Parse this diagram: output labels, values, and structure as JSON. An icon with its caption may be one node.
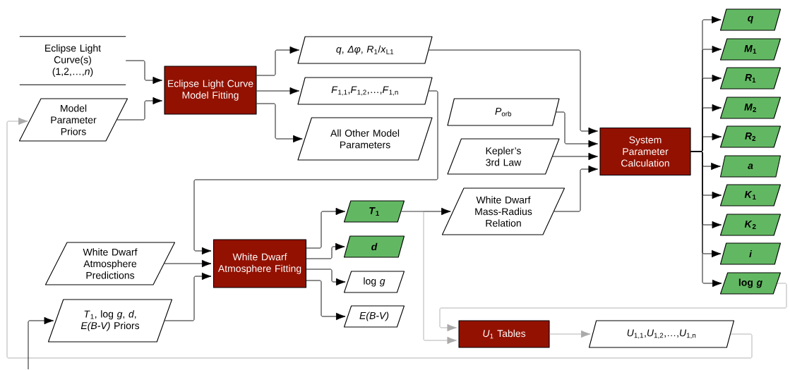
{
  "diagram": {
    "nodes": [
      {
        "text": [
          "Eclipse Light Curve(s) (1,2,…,*n*)"
        ]
      },
      {
        "text": [
          "Model Parameter Priors"
        ]
      },
      {
        "text": [
          "Eclipse Light Curve Model Fitting"
        ]
      },
      {
        "text": [
          "*q*, *Δφ*, *R*$_{1}$/*x*$_{L1}$"
        ]
      },
      {
        "text": [
          "*F*$_{1,1}$,*F*$_{1,2}$,…,*F*$_{1,n}$"
        ]
      },
      {
        "text": [
          "All Other Model Parameters"
        ]
      },
      {
        "text": [
          "*P*$_{orb}$"
        ]
      },
      {
        "text": [
          "Kepler’s 3rd Law"
        ]
      },
      {
        "text": [
          "System Parameter Calculation"
        ]
      },
      {
        "text": [
          "q"
        ]
      },
      {
        "text": [
          "*M*$_{1}$"
        ]
      },
      {
        "text": [
          "*R*$_{1}$"
        ]
      },
      {
        "text": [
          "*M*$_{2}$"
        ]
      },
      {
        "text": [
          "*R*$_{2}$"
        ]
      },
      {
        "text": [
          "a"
        ]
      },
      {
        "text": [
          "*K*$_{1}$"
        ]
      },
      {
        "text": [
          "*K*$_{2}$"
        ]
      },
      {
        "text": [
          "i"
        ]
      },
      {
        "text": [
          "log *g*"
        ]
      },
      {
        "text": [
          "White Dwarf Mass-Radius Relation"
        ]
      },
      {
        "text": [
          "White Dwarf Atmosphere Predictions"
        ]
      },
      {
        "text": [
          "*T*$_{1}$, log *g*, *d*, *E(B-V)* Priors"
        ]
      },
      {
        "text": [
          "White Dwarf Atmosphere Fitting"
        ]
      },
      {
        "text": [
          "*T*$_{1}$"
        ]
      },
      {
        "text": [
          "d"
        ]
      },
      {
        "text": [
          "log *g*"
        ]
      },
      {
        "text": [
          "E(B-V)"
        ]
      },
      {
        "text": [
          "*U*$_{1}$ Tables"
        ]
      },
      {
        "text": [
          "*U*$_{1,1}$,*U*$_{1,2}$,…,*U*$_{1,n}$"
        ]
      }
    ],
    "edges": [
      {
        "from": 0,
        "to": 2,
        "arrow": "to"
      },
      {
        "from": 1,
        "to": 2,
        "arrow": "to"
      },
      {
        "from": 2,
        "to": 3,
        "arrow": "to"
      },
      {
        "from": 2,
        "to": 4,
        "arrow": "to"
      },
      {
        "from": 2,
        "to": 5,
        "arrow": "to"
      },
      {
        "from": 3,
        "to": 8,
        "arrow": "to"
      },
      {
        "from": 6,
        "to": 8,
        "arrow": "to"
      },
      {
        "from": 7,
        "to": 8,
        "arrow": "to"
      },
      {
        "from": 19,
        "to": 8,
        "arrow": "to"
      },
      {
        "from": 8,
        "to": 9,
        "arrow": "to"
      },
      {
        "from": 8,
        "to": 10,
        "arrow": "to"
      },
      {
        "from": 8,
        "to": 11,
        "arrow": "to"
      },
      {
        "from": 8,
        "to": 12,
        "arrow": "to"
      },
      {
        "from": 8,
        "to": 13,
        "arrow": "to"
      },
      {
        "from": 8,
        "to": 14,
        "arrow": "to"
      },
      {
        "from": 8,
        "to": 15,
        "arrow": "to"
      },
      {
        "from": 8,
        "to": 16,
        "arrow": "to"
      },
      {
        "from": 8,
        "to": 17,
        "arrow": "to"
      },
      {
        "from": 8,
        "to": 18,
        "arrow": "to"
      },
      {
        "from": 4,
        "to": 22,
        "arrow": "to"
      },
      {
        "from": 20,
        "to": 22,
        "arrow": "to"
      },
      {
        "from": 21,
        "to": 22,
        "arrow": "to"
      },
      {
        "from": 22,
        "to": 23,
        "arrow": "to"
      },
      {
        "from": 22,
        "to": 24,
        "arrow": "to"
      },
      {
        "from": 22,
        "to": 25,
        "arrow": "to"
      },
      {
        "from": 22,
        "to": 26,
        "arrow": "to"
      },
      {
        "from": 23,
        "to": 19,
        "arrow": "to"
      },
      {
        "from": 23,
        "to": 27,
        "arrow": "to",
        "color": "#aaaaaa"
      },
      {
        "from": 27,
        "to": 28,
        "arrow": "to",
        "color": "#aaaaaa"
      },
      {
        "from": 28,
        "to": 1,
        "arrow": "to",
        "color": "#aaaaaa"
      },
      {
        "from": 18,
        "to": 27,
        "arrow": "to",
        "color": "#aaaaaa"
      },
      {
        "from": null,
        "to": 21,
        "arrow": "to"
      }
    ]
  }
}
